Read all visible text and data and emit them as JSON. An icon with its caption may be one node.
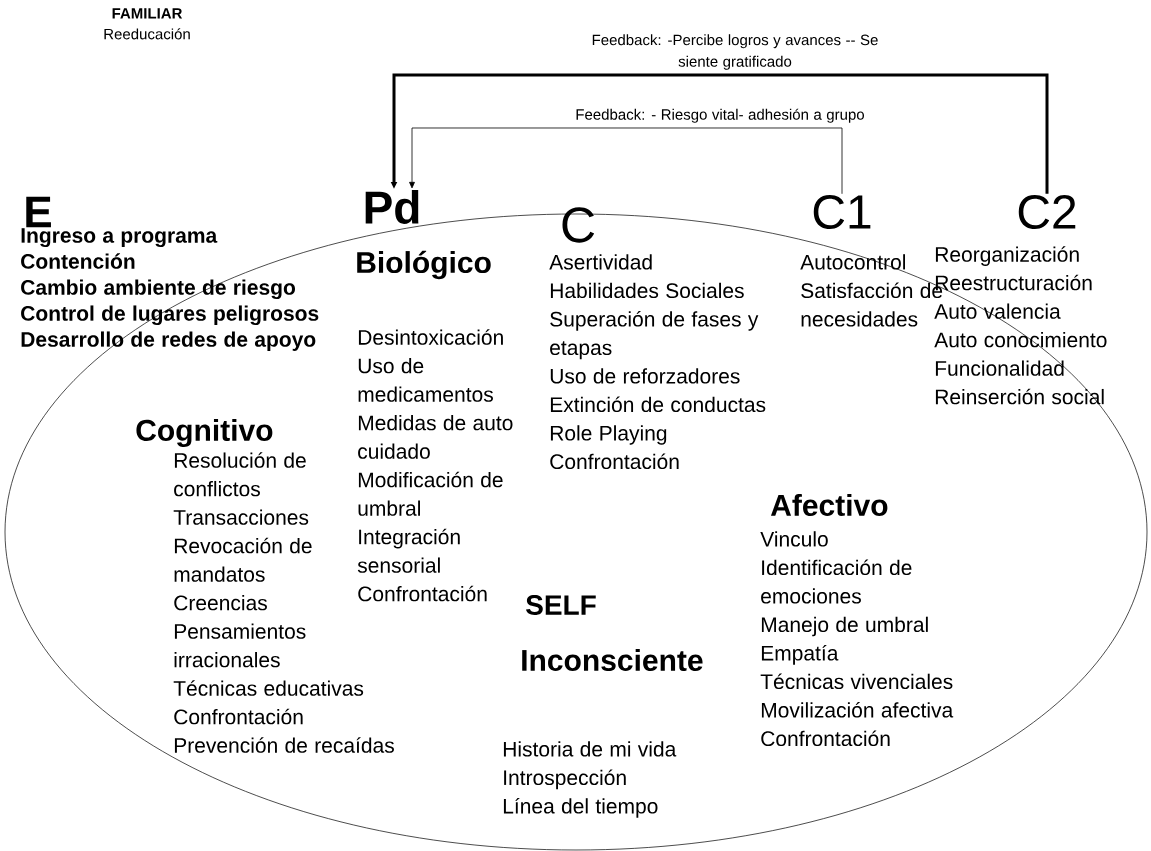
{
  "diagram": {
    "nodes": [
      {
        "text": [
          "Pd"
        ]
      },
      {
        "text": [
          "C1"
        ]
      },
      {
        "text": [
          "C2"
        ]
      }
    ],
    "edges": [
      {
        "from": 2,
        "to": 0,
        "arrow": "to",
        "style": "thick",
        "label": "Feedback: -Percibe logros y avances -- Se siente gratificado"
      },
      {
        "from": 1,
        "to": 0,
        "arrow": "to",
        "label": "Feedback: - Riesgo vital- adhesión a grupo"
      }
    ],
    "labels": [
      "FAMILIAR",
      "Reeducación",
      "E",
      "Ingreso a programa",
      "Contención",
      "Cambio ambiente de riesgo",
      "Control de lugares peligrosos",
      "Desarrollo de redes de apoyo",
      "C",
      "Biológico",
      "Desintoxicación",
      "Uso de medicamentos",
      "Medidas de auto cuidado",
      "Modificación de umbral",
      "Integración sensorial",
      "Confrontación",
      "Asertividad",
      "Habilidades Sociales",
      "Superación de fases y etapas",
      "Uso de reforzadores",
      "Extinción de conductas",
      "Role Playing",
      "Confrontación",
      "Autocontrol",
      "Satisfacción de necesidades",
      "Reorganización",
      "Reestructuración",
      "Auto valencia",
      "Auto conocimiento",
      "Funcionalidad",
      "Reinserción social",
      "Cognitivo",
      "Resolución de conflictos",
      "Transacciones",
      "Revocación de mandatos",
      "Creencias",
      "Pensamientos irracionales",
      "Técnicas educativas",
      "Confrontación",
      "Prevención de recaídas",
      "Afectivo",
      "Vinculo",
      "Identificación de emociones",
      "Manejo de umbral",
      "Empatía",
      "Técnicas vivenciales",
      "Movilización afectiva",
      "Confrontación",
      "SELF",
      "Inconsciente",
      "Historia de mi vida",
      "Introspección",
      "Línea del tiempo"
    ]
  }
}
